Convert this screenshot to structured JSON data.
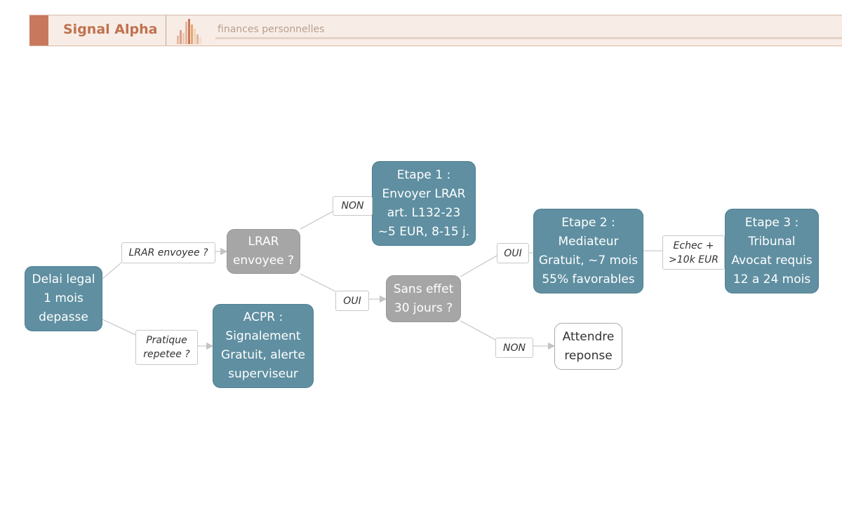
{
  "header": {
    "brand": "Signal Alpha",
    "tagline": "finances personnelles",
    "colors": {
      "accent": "#c8785c",
      "background": "#f7ede6",
      "brand_text": "#c0714f"
    },
    "logo_icon": "bar-chart-logo"
  },
  "diagram": {
    "colors": {
      "step": "#5f8fa1",
      "question": "#a6a6a6",
      "neutral": "#ffffff",
      "edge": "#cccccc"
    },
    "nodes": {
      "start": {
        "lines": [
          "Delai legal",
          "1 mois",
          "depasse"
        ]
      },
      "lrar_q": {
        "lines": [
          "LRAR",
          "envoyee ?"
        ]
      },
      "acpr": {
        "lines": [
          "ACPR :",
          "Signalement",
          "Gratuit, alerte",
          "superviseur"
        ]
      },
      "etape1": {
        "lines": [
          "Etape 1 :",
          "Envoyer LRAR",
          "art. L132-23",
          "~5 EUR, 8-15 j."
        ]
      },
      "sans_effet": {
        "lines": [
          "Sans effet",
          "30 jours ?"
        ]
      },
      "etape2": {
        "lines": [
          "Etape 2 :",
          "Mediateur",
          "Gratuit, ~7 mois",
          "55% favorables"
        ]
      },
      "attendre": {
        "lines": [
          "Attendre",
          "reponse"
        ]
      },
      "etape3": {
        "lines": [
          "Etape 3 :",
          "Tribunal",
          "Avocat requis",
          "12 a 24 mois"
        ]
      }
    },
    "edge_labels": {
      "lrar_envoyee": [
        "LRAR envoyee ?"
      ],
      "pratique": [
        "Pratique",
        "repetee ?"
      ],
      "non_1": [
        "NON"
      ],
      "oui_1": [
        "OUI"
      ],
      "oui_2": [
        "OUI"
      ],
      "non_2": [
        "NON"
      ],
      "echec": [
        "Echec +",
        ">10k EUR"
      ]
    }
  }
}
